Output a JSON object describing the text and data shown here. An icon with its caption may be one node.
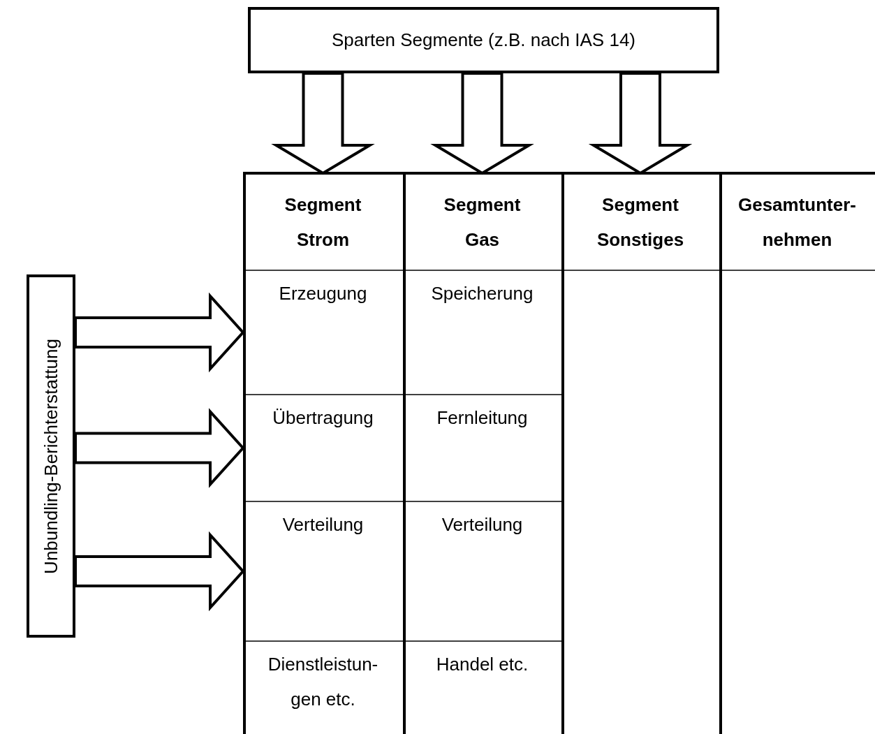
{
  "diagram": {
    "nodes": [
      {
        "text": [
          "Sparten Segmente (z.B. nach IAS 14)"
        ]
      },
      {
        "text": [
          "Unbundling-Berichterstattung"
        ]
      },
      {
        "text": [
          "Segment Strom"
        ]
      },
      {
        "text": [
          "Segment Gas"
        ]
      },
      {
        "text": [
          "Segment Sonstiges"
        ]
      },
      {
        "text": [
          "Gesamtunter- nehmen"
        ]
      },
      {
        "text": [
          "Erzeugung"
        ]
      },
      {
        "text": [
          "Speicherung"
        ]
      },
      {
        "text": [
          "Übertragung"
        ]
      },
      {
        "text": [
          "Fernleitung"
        ]
      },
      {
        "text": [
          "Verteilung"
        ]
      },
      {
        "text": [
          "Verteilung"
        ]
      },
      {
        "text": [
          "Dienstleistun- gen etc."
        ]
      },
      {
        "text": [
          "Handel etc."
        ]
      }
    ],
    "edges": [
      {
        "from": 0,
        "to": 2,
        "arrow": "to"
      },
      {
        "from": 0,
        "to": 3,
        "arrow": "to"
      },
      {
        "from": 0,
        "to": 4,
        "arrow": "to"
      },
      {
        "from": 1,
        "to": 6,
        "arrow": "to"
      },
      {
        "from": 1,
        "to": 8,
        "arrow": "to"
      },
      {
        "from": 1,
        "to": 10,
        "arrow": "to"
      }
    ]
  }
}
